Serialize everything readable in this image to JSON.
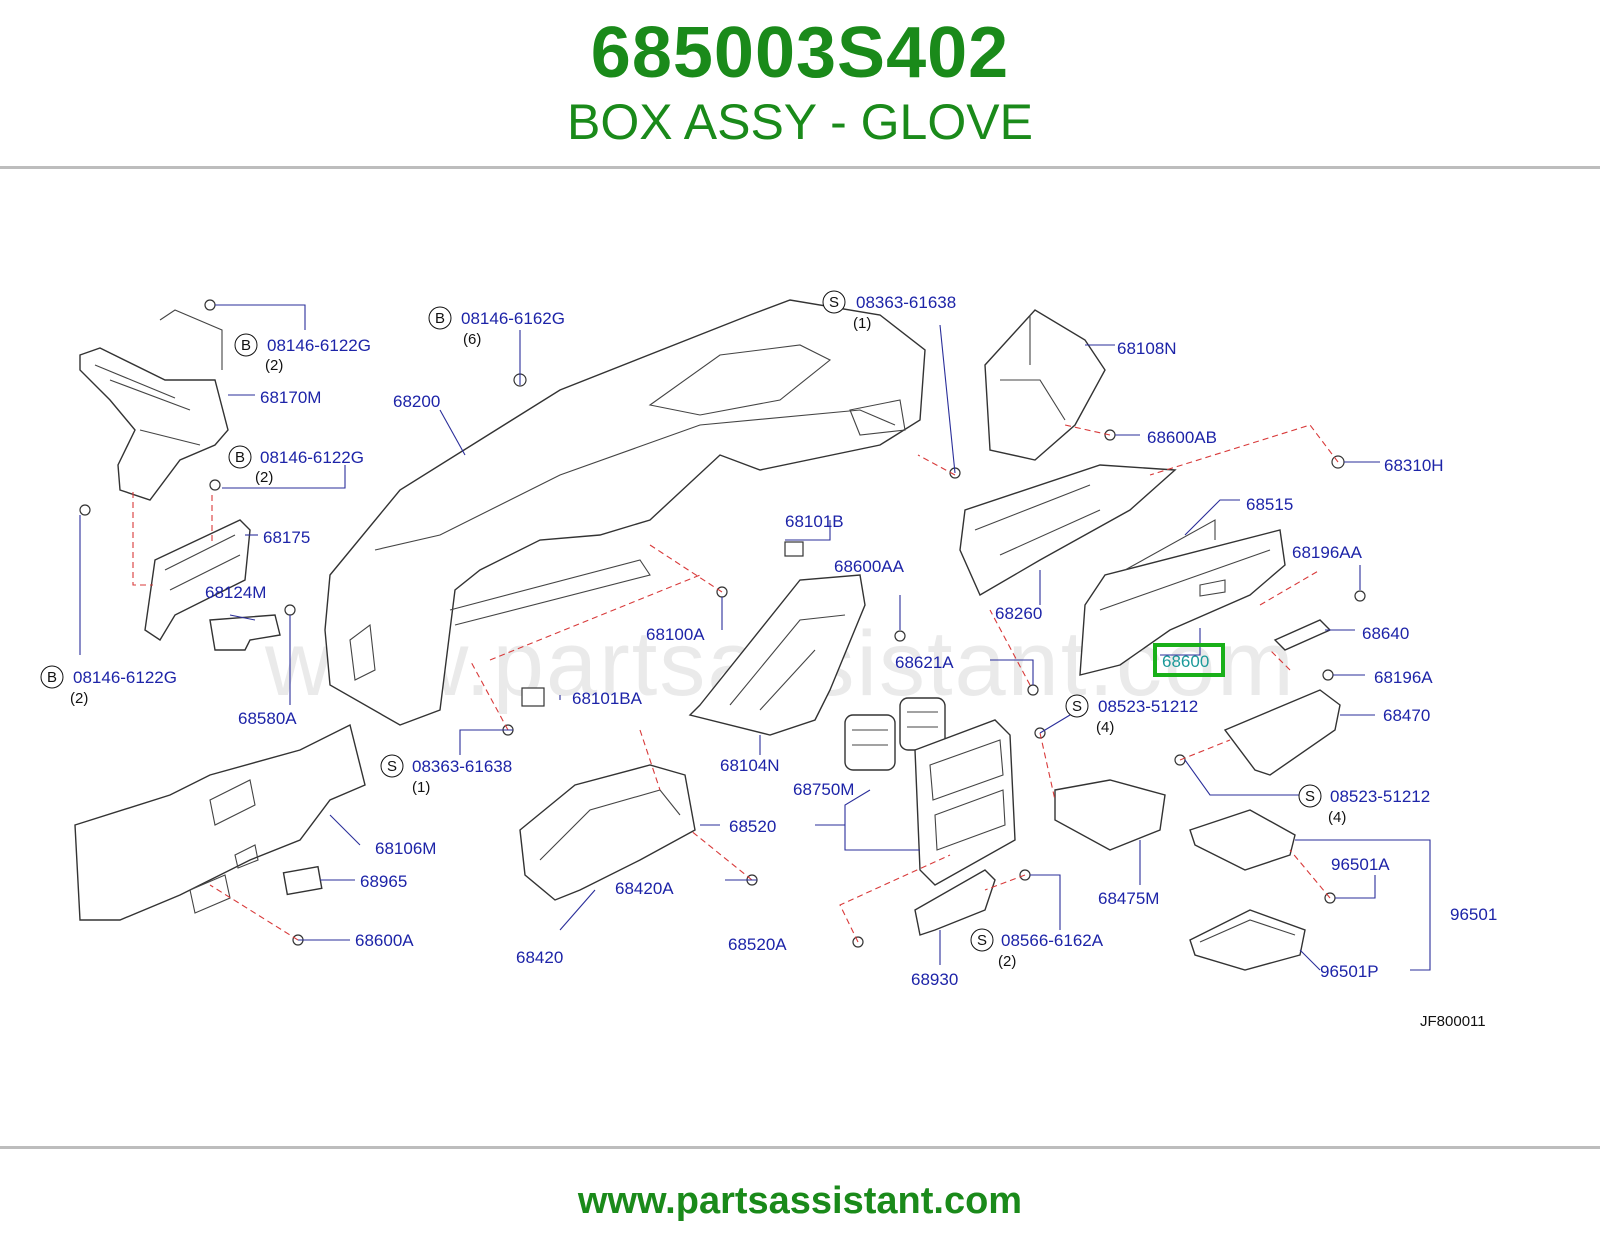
{
  "header": {
    "part_number": "685003S402",
    "part_name": "BOX ASSY - GLOVE"
  },
  "watermark": "www.partsassistant.com",
  "figure_code": "JF800011",
  "footer_url": "www.partsassistant.com",
  "highlight_color": "#19b019",
  "title_color": "#1a8a1a",
  "callouts": {
    "c01": {
      "prefix": "B",
      "text": "08146-6122G",
      "qty": "(2)"
    },
    "c02": {
      "text": "68170M"
    },
    "c03": {
      "prefix": "B",
      "text": "08146-6122G",
      "qty": "(2)"
    },
    "c04": {
      "text": "68175"
    },
    "c05": {
      "text": "68124M"
    },
    "c06": {
      "prefix": "B",
      "text": "08146-6122G",
      "qty": "(2)"
    },
    "c07": {
      "text": "68580A"
    },
    "c08": {
      "prefix": "B",
      "text": "08146-6162G",
      "qty": "(6)"
    },
    "c09": {
      "text": "68200"
    },
    "c10": {
      "prefix": "S",
      "text": "08363-61638",
      "qty": "(1)"
    },
    "c11": {
      "text": "68101B"
    },
    "c12": {
      "text": "68100A"
    },
    "c13": {
      "text": "68101BA"
    },
    "c14": {
      "prefix": "S",
      "text": "08363-61638",
      "qty": "(1)"
    },
    "c15": {
      "text": "68108N"
    },
    "c16": {
      "text": "68600AB"
    },
    "c17": {
      "text": "68310H"
    },
    "c18": {
      "text": "68515"
    },
    "c19": {
      "text": "68196AA"
    },
    "c20": {
      "text": "68260"
    },
    "c21": {
      "text": "68600AA"
    },
    "c22": {
      "text": "68640"
    },
    "c23": {
      "text": "68621A"
    },
    "c24": {
      "text": "68600"
    },
    "c25": {
      "text": "68196A"
    },
    "c26": {
      "prefix": "S",
      "text": "08523-51212",
      "qty": "(4)"
    },
    "c27": {
      "text": "68470"
    },
    "c28": {
      "text": "68104N"
    },
    "c29": {
      "text": "68750M"
    },
    "c30": {
      "prefix": "S",
      "text": "08523-51212",
      "qty": "(4)"
    },
    "c31": {
      "text": "68106M"
    },
    "c32": {
      "text": "68520"
    },
    "c33": {
      "text": "96501A"
    },
    "c34": {
      "text": "68965"
    },
    "c35": {
      "text": "68420A"
    },
    "c36": {
      "text": "68475M"
    },
    "c37": {
      "text": "96501"
    },
    "c38": {
      "text": "68600A"
    },
    "c39": {
      "text": "68420"
    },
    "c40": {
      "text": "68520A"
    },
    "c41": {
      "prefix": "S",
      "text": "08566-6162A",
      "qty": "(2)"
    },
    "c42": {
      "text": "68930"
    },
    "c43": {
      "text": "96501P"
    }
  }
}
